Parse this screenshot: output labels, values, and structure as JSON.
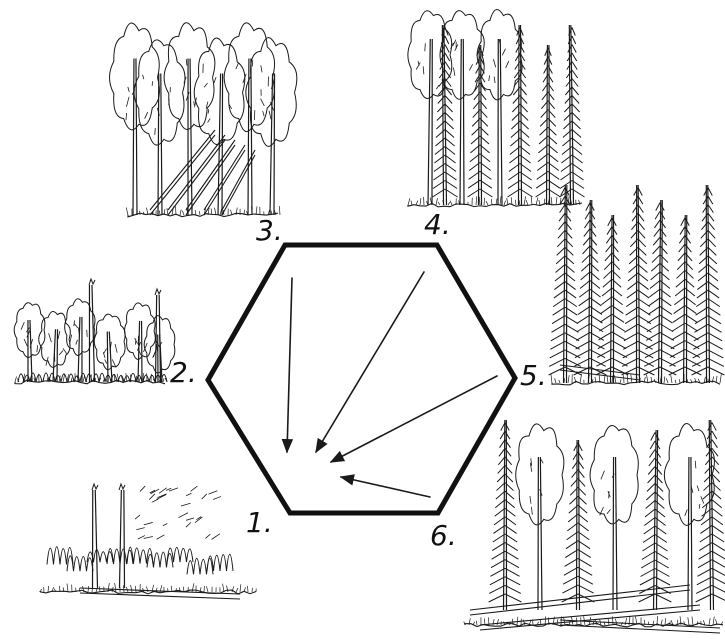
{
  "diagram": {
    "nodes": [
      {
        "id": "stage-1",
        "label": "1.",
        "illustration": "burnt-clearing-regrowth"
      },
      {
        "id": "stage-2",
        "label": "2.",
        "illustration": "young-deciduous-thicket"
      },
      {
        "id": "stage-3",
        "label": "3.",
        "illustration": "birch-aspen-forest"
      },
      {
        "id": "stage-4",
        "label": "4.",
        "illustration": "mixed-birch-conifer-forest"
      },
      {
        "id": "stage-5",
        "label": "5.",
        "illustration": "spruce-fir-forest"
      },
      {
        "id": "stage-6",
        "label": "6.",
        "illustration": "old-growth-forest-with-windfall"
      }
    ],
    "edges": [
      {
        "from": "stage-3",
        "to": "stage-1"
      },
      {
        "from": "stage-4",
        "to": "stage-1"
      },
      {
        "from": "stage-5",
        "to": "stage-1"
      },
      {
        "from": "stage-6",
        "to": "stage-1"
      }
    ],
    "colors": {
      "ink": "#1a1a1a",
      "background": "#ffffff"
    }
  }
}
